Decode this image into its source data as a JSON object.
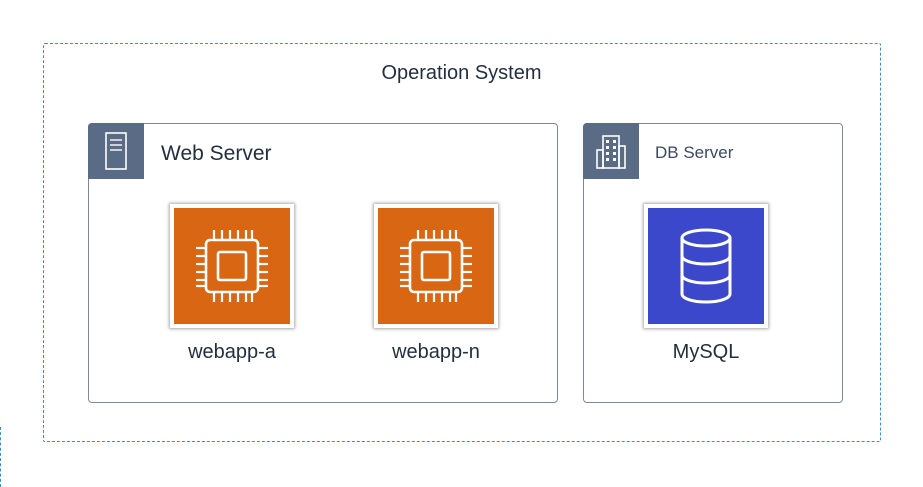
{
  "diagram": {
    "outer_title": "Operation System",
    "web_server": {
      "label": "Web Server",
      "nodes": [
        {
          "label": "webapp-a",
          "icon": "cpu-chip-icon"
        },
        {
          "label": "webapp-n",
          "icon": "cpu-chip-icon"
        }
      ]
    },
    "db_server": {
      "label": "DB Server",
      "nodes": [
        {
          "label": "MySQL",
          "icon": "database-icon"
        }
      ]
    },
    "colors": {
      "group_border": "#3b8fc4",
      "badge": "#5a6b86",
      "compute": "#d86613",
      "database": "#3b48cc",
      "text": "#232f3e"
    }
  }
}
